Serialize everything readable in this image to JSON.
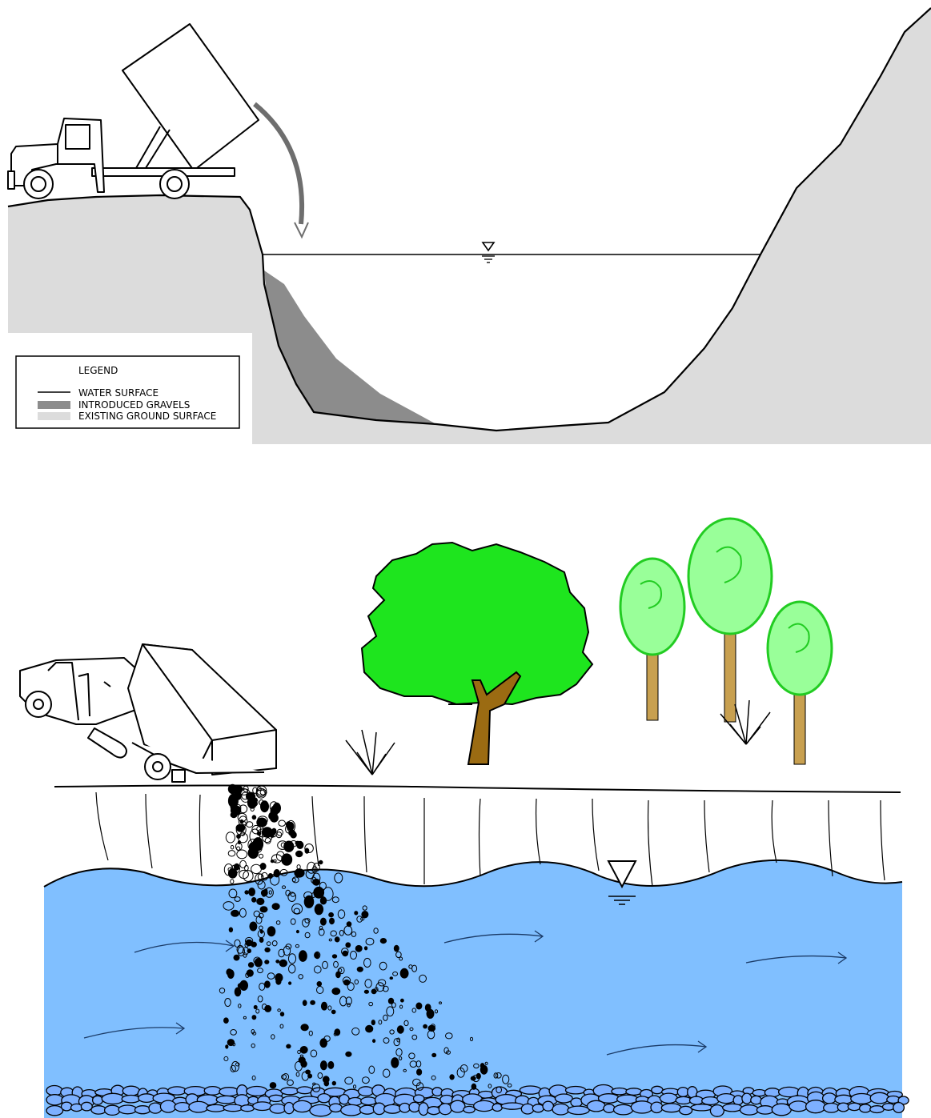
{
  "legend": {
    "title": "LEGEND",
    "items": [
      {
        "label": "WATER SURFACE",
        "swatch": "line",
        "color": "#000000"
      },
      {
        "label": "INTRODUCED GRAVELS",
        "swatch": "fill",
        "color": "#8c8c8c"
      },
      {
        "label": "EXISTING GROUND SURFACE",
        "swatch": "fill",
        "color": "#dcdcdc"
      }
    ]
  },
  "colors": {
    "ground": "#dcdcdc",
    "gravel": "#8c8c8c",
    "water": "#80bfff",
    "oak_canopy": "#1ee51e",
    "round_tree_canopy": "#99ff99",
    "trunk": "#9b6b12",
    "thin_trunk": "#c8a050",
    "streambed_stones": "#7db0ff"
  },
  "icons": [
    "dump-truck-icon",
    "water-level-symbol-icon",
    "flow-arrow-icon",
    "tree-icon",
    "shrub-icon"
  ]
}
